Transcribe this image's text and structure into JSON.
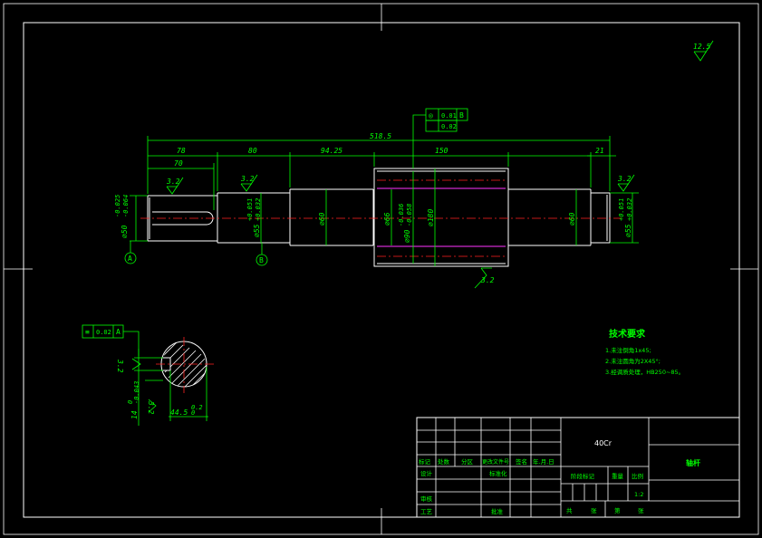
{
  "colors": {
    "background": "#000000",
    "outline": "#ffffff",
    "dimension": "#00ff00",
    "centerline": "#ff2222",
    "hidden": "#ff33ff"
  },
  "roughness": {
    "general": "12.5",
    "journal_a": "3.2",
    "journal_b": "3.2",
    "right_end": "3.2",
    "middle": "3.2",
    "keyway_side": "3.2",
    "keyway_bottom": "3.2"
  },
  "dims": {
    "overall": "518.5",
    "seg1": "78",
    "seg2": "80",
    "seg3": "94.25",
    "seg4": "150",
    "seg5": "21",
    "keyway_len": "70",
    "d1": "⌀50",
    "d1_upper": "-0.025",
    "d1_lower": "-0.064",
    "d2": "⌀55",
    "d2_upper": "+0.051",
    "d2_lower": "+0.032",
    "d3": "⌀60",
    "d4": "⌀66",
    "d5": "⌀90",
    "d5_upper": "-0.036",
    "d5_lower": "-0.058",
    "d6": "⌀180",
    "d7": "⌀60",
    "d8": "⌀55",
    "d8_upper": "+0.051",
    "d8_lower": "+0.032"
  },
  "datums": {
    "a": "A",
    "b": "B"
  },
  "gtol": {
    "runout_symbol": "◎",
    "runout_value": "0.01",
    "runout_datum": "B",
    "second_value": "0.02"
  },
  "section": {
    "sym_symbol": "≡",
    "sym_value": "0.02",
    "sym_datum": "A",
    "depth": "44.5",
    "depth_tol_upper": "0.2",
    "depth_tol_lower": "0",
    "width": "14",
    "width_upper": "0",
    "width_lower": "-0.043"
  },
  "tech": {
    "title": "技术要求",
    "items": [
      "1.未注倒角1x45;",
      "2.未注圆角为2X45°;",
      "3.经调质处理，HB250~85。"
    ]
  },
  "title_block": {
    "material": "40Cr",
    "part_name": "轴杆",
    "scale": "1:2",
    "row_labels": [
      "标记",
      "处数",
      "分区",
      "更改文件号",
      "签名",
      "年.月.日"
    ],
    "design": "设计",
    "std": "标准化",
    "review": "审核",
    "process": "工艺",
    "approve": "批准",
    "stage_label": "阶段标记",
    "weight_label": "重量",
    "scale_label": "比例",
    "sheet": [
      "共",
      "张",
      "第",
      "张"
    ]
  }
}
